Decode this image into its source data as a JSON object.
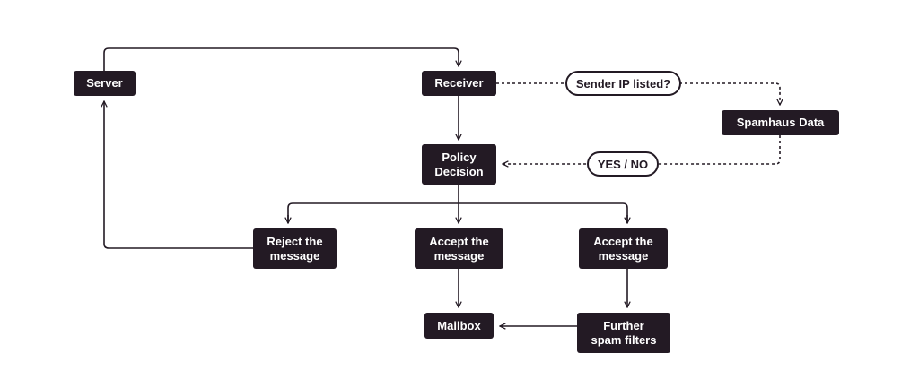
{
  "nodes": {
    "server": "Server",
    "receiver": "Receiver",
    "spamhaus": "Spamhaus Data",
    "policy_line1": "Policy",
    "policy_line2": "Decision",
    "reject_line1": "Reject the",
    "reject_line2": "message",
    "accept1_line1": "Accept the",
    "accept1_line2": "message",
    "accept2_line1": "Accept the",
    "accept2_line2": "message",
    "mailbox": "Mailbox",
    "further_line1": "Further",
    "further_line2": "spam filters"
  },
  "labels": {
    "query": "Sender IP listed?",
    "answer": "YES / NO"
  },
  "colors": {
    "node_fill": "#231a24",
    "node_text": "#ffffff",
    "line": "#231a24",
    "background": "#ffffff"
  }
}
